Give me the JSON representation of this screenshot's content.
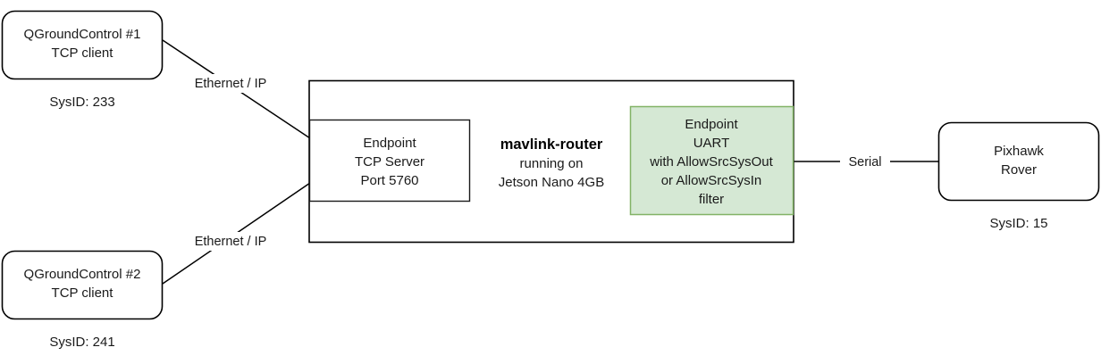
{
  "diagram": {
    "type": "network-architecture-diagram",
    "background_color": "#ffffff",
    "nodes": {
      "qgc1": {
        "line1": "QGroundControl #1",
        "line2": "TCP client",
        "caption": "SysID: 233",
        "shape": "rounded-rectangle",
        "fill": "#ffffff",
        "stroke": "#000000"
      },
      "qgc2": {
        "line1": "QGroundControl #2",
        "line2": "TCP client",
        "caption": "SysID: 241",
        "shape": "rounded-rectangle",
        "fill": "#ffffff",
        "stroke": "#000000"
      },
      "router": {
        "title": "mavlink-router",
        "subtitle_line1": "running on",
        "subtitle_line2": "Jetson Nano 4GB",
        "shape": "rectangle",
        "fill": "#ffffff",
        "stroke": "#000000"
      },
      "tcp_endpoint": {
        "line1": "Endpoint",
        "line2": "TCP Server",
        "line3": "Port 5760",
        "shape": "rectangle",
        "fill": "#ffffff",
        "stroke": "#1a1a1a"
      },
      "uart_endpoint": {
        "line1": "Endpoint",
        "line2": "UART",
        "line3": "with AllowSrcSysOut",
        "line4": "or AllowSrcSysIn",
        "line5": "filter",
        "shape": "rectangle",
        "fill": "#d5e8d4",
        "stroke": "#82b366"
      },
      "pixhawk": {
        "line1": "Pixhawk",
        "line2": "Rover",
        "caption": "SysID: 15",
        "shape": "rounded-rectangle",
        "fill": "#ffffff",
        "stroke": "#000000"
      }
    },
    "edges": [
      {
        "id": "qgc1-to-tcp",
        "label": "Ethernet / IP",
        "from": "qgc1",
        "to": "tcp_endpoint"
      },
      {
        "id": "qgc2-to-tcp",
        "label": "Ethernet / IP",
        "from": "qgc2",
        "to": "tcp_endpoint"
      },
      {
        "id": "uart-to-pixhawk",
        "label": "Serial",
        "from": "uart_endpoint",
        "to": "pixhawk"
      }
    ]
  }
}
